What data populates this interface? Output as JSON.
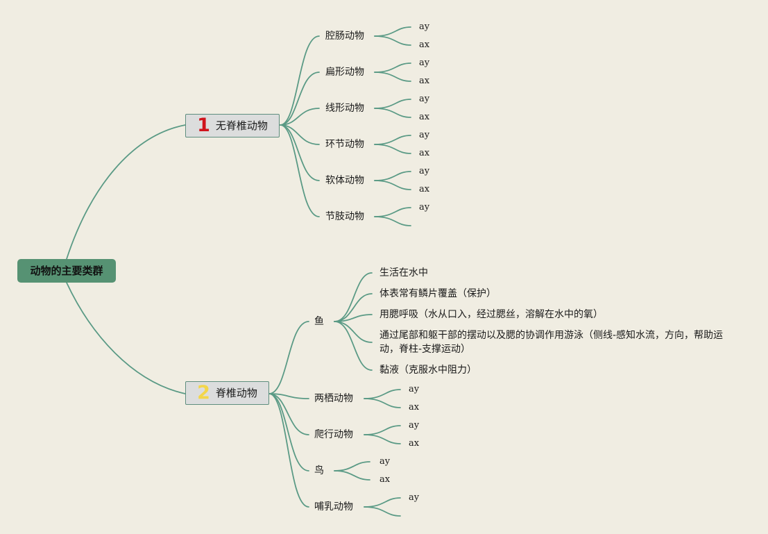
{
  "colors": {
    "background": "#f0ede2",
    "connector": "#5a9a85",
    "root_fill": "#569273",
    "main_fill": "#dcdddd",
    "badge1": "#d0141c",
    "badge2": "#f3d64a"
  },
  "root": {
    "label": "动物的主要类群"
  },
  "branch1": {
    "number": "1",
    "label": "无脊椎动物",
    "children": [
      {
        "label": "腔肠动物",
        "leaves": [
          "ay",
          "ax"
        ]
      },
      {
        "label": "扁形动物",
        "leaves": [
          "ay",
          "ax"
        ]
      },
      {
        "label": "线形动物",
        "leaves": [
          "ay",
          "ax"
        ]
      },
      {
        "label": "环节动物",
        "leaves": [
          "ay",
          "ax"
        ]
      },
      {
        "label": "软体动物",
        "leaves": [
          "ay",
          "ax"
        ]
      },
      {
        "label": "节肢动物",
        "leaves": [
          "ay"
        ]
      }
    ]
  },
  "branch2": {
    "number": "2",
    "label": "脊椎动物",
    "fish": {
      "label": "鱼",
      "traits": [
        "生活在水中",
        "体表常有鳞片覆盖（保护）",
        "用腮呼吸（水从口入，经过腮丝，溶解在水中的氧）",
        "通过尾部和躯干部的摆动以及腮的协调作用游泳（侧线-感知水流，方向，帮助运动，脊柱-支撑运动）",
        "黏液（克服水中阻力）"
      ]
    },
    "children": [
      {
        "label": "两栖动物",
        "leaves": [
          "ay",
          "ax"
        ]
      },
      {
        "label": "爬行动物",
        "leaves": [
          "ay",
          "ax"
        ]
      },
      {
        "label": "鸟",
        "leaves": [
          "ay",
          "ax"
        ]
      },
      {
        "label": "哺乳动物",
        "leaves": [
          "ay"
        ]
      }
    ]
  }
}
